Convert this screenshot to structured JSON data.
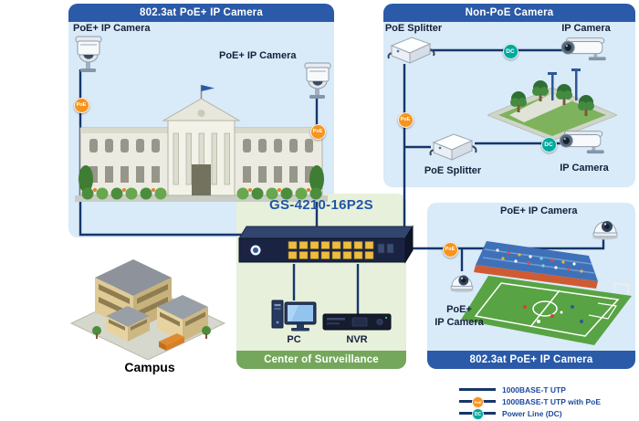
{
  "panels": {
    "top_left": {
      "header": "802.3at PoE+ IP Camera"
    },
    "top_right": {
      "header": "Non-PoE Camera"
    },
    "bottom_right": {
      "footer": "802.3at PoE+ IP Camera"
    },
    "surveillance": {
      "switch_model": "GS-4210-16P2S",
      "footer": "Center of Surveillance"
    }
  },
  "labels": {
    "tl_left_camera": "PoE+ IP Camera",
    "tl_right_camera": "PoE+ IP Camera",
    "tr_splitter_top": "PoE Splitter",
    "tr_camera_top": "IP Camera",
    "tr_splitter_bottom": "PoE Splitter",
    "tr_camera_bottom": "IP Camera",
    "br_camera_top": "PoE+ IP Camera",
    "br_camera_bottom_line1": "PoE+",
    "br_camera_bottom_line2": "IP Camera",
    "pc": "PC",
    "nvr": "NVR",
    "campus": "Campus"
  },
  "badges": {
    "poe": "PoE",
    "dc": "DC"
  },
  "legend": {
    "utp": "1000BASE-T UTP",
    "poe": "1000BASE-T UTP with PoE",
    "dc": "Power Line (DC)"
  },
  "icons": {
    "ptz_camera": "ptz-camera-icon",
    "bullet_camera": "bullet-camera-icon",
    "dome_camera": "dome-camera-icon",
    "poe_splitter": "poe-splitter-icon",
    "switch": "poe-switch-icon",
    "pc": "pc-icon",
    "nvr": "nvr-icon"
  },
  "colors": {
    "panel_body": "#d9eaf8",
    "panel_header": "#2a5aa8",
    "surveillance_body": "#e7f0da",
    "surveillance_header": "#74a75b",
    "connection_line": "#15366b",
    "poe_badge": "#f7941e",
    "dc_badge": "#00a99d",
    "legend_text": "#1b4a9e",
    "switch_title": "#1f55a8"
  }
}
